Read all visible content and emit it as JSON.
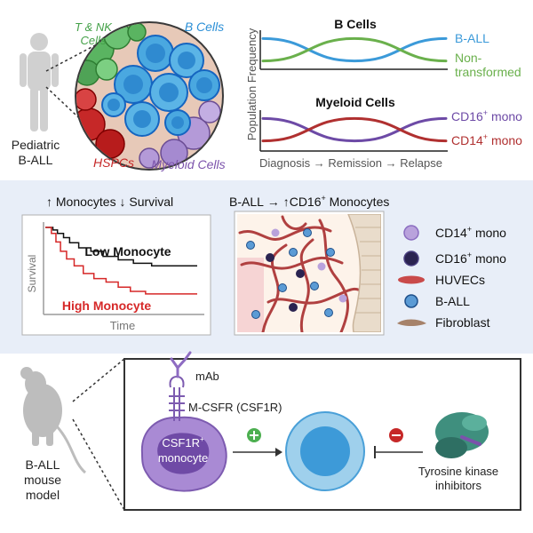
{
  "top": {
    "patient_label_1": "Pediatric",
    "patient_label_2": "B-ALL",
    "marrow_labels": {
      "tnk_1": "T & NK",
      "tnk_2": "Cells",
      "bcells": "B Cells",
      "hspcs": "HSPCs",
      "myeloid": "Myeloid Cells"
    },
    "y_axis_label": "Population Frequency",
    "x_stages": {
      "diagnosis": "Diagnosis",
      "remission": "Remission",
      "relapse": "Relapse"
    }
  },
  "middle": {
    "left_title": {
      "monocytes": "Monocytes",
      "survival": "Survival"
    },
    "right_title": {
      "prefix": "B-ALL",
      "sup": "+",
      "suffix": "Monocytes"
    },
    "km": {
      "ylabel": "Survival",
      "xlabel": "Time",
      "low_label": "Low Monocyte",
      "high_label": "High Monocyte"
    },
    "legend": [
      {
        "name": "CD14",
        "sup": "+",
        "suffix": " mono",
        "icon": "cd14-mono-icon"
      },
      {
        "name": "CD16",
        "sup": "+",
        "suffix": " mono",
        "icon": "cd16-mono-icon"
      },
      {
        "name": "HUVECs",
        "sup": "",
        "suffix": "",
        "icon": "huvec-icon"
      },
      {
        "name": "B-ALL",
        "sup": "",
        "suffix": "",
        "icon": "ball-cell-icon"
      },
      {
        "name": "Fibroblast",
        "sup": "",
        "suffix": "",
        "icon": "fibroblast-icon"
      }
    ]
  },
  "bottom": {
    "mouse_label_1": "B-ALL",
    "mouse_label_2": "mouse",
    "mouse_label_3": "model",
    "mab_label": "mAb",
    "receptor_label": "M-CSFR (CSF1R)",
    "monocyte_label_1": "CSF1R",
    "monocyte_label_sup": "+",
    "monocyte_label_2": "monocyte",
    "tki_label_1": "Tyrosine kinase",
    "tki_label_2": "inhibitors"
  },
  "colors": {
    "green": "#4caf50",
    "blue": "#3b9ad9",
    "red": "#c62828",
    "purple": "#7b52ab",
    "panel_bg": "#e8eef8"
  },
  "chart_data": [
    {
      "type": "line",
      "title": "B Cells",
      "xlabel": "Diagnosis → Remission → Relapse",
      "ylabel": "Population Frequency",
      "categories": [
        "Diagnosis",
        "Remission",
        "Relapse"
      ],
      "series": [
        {
          "name": "B-ALL",
          "values": [
            0.85,
            0.15,
            0.85
          ],
          "color": "#3b9ad9"
        },
        {
          "name": "Non-transformed",
          "values": [
            0.15,
            0.85,
            0.15
          ],
          "color": "#6ab04c"
        }
      ]
    },
    {
      "type": "line",
      "title": "Myeloid Cells",
      "xlabel": "Diagnosis → Remission → Relapse",
      "ylabel": "Population Frequency",
      "categories": [
        "Diagnosis",
        "Remission",
        "Relapse"
      ],
      "series": [
        {
          "name": "CD16+ mono",
          "values": [
            0.85,
            0.15,
            0.85
          ],
          "color": "#6d4aa6"
        },
        {
          "name": "CD14+ mono",
          "values": [
            0.15,
            0.85,
            0.15
          ],
          "color": "#b03030"
        }
      ]
    },
    {
      "type": "line",
      "title": "",
      "xlabel": "Time",
      "ylabel": "Survival",
      "series": [
        {
          "name": "Low Monocyte",
          "color": "#111111",
          "values": [
            [
              0,
              1.0
            ],
            [
              0.05,
              0.97
            ],
            [
              0.08,
              0.93
            ],
            [
              0.12,
              0.88
            ],
            [
              0.16,
              0.82
            ],
            [
              0.22,
              0.76
            ],
            [
              0.3,
              0.72
            ],
            [
              0.38,
              0.66
            ],
            [
              0.48,
              0.62
            ],
            [
              0.58,
              0.58
            ],
            [
              0.7,
              0.55
            ],
            [
              0.82,
              0.55
            ],
            [
              1.0,
              0.55
            ]
          ]
        },
        {
          "name": "High Monocyte",
          "color": "#d62828",
          "values": [
            [
              0,
              1.0
            ],
            [
              0.04,
              0.93
            ],
            [
              0.07,
              0.83
            ],
            [
              0.1,
              0.72
            ],
            [
              0.14,
              0.63
            ],
            [
              0.19,
              0.55
            ],
            [
              0.25,
              0.46
            ],
            [
              0.32,
              0.4
            ],
            [
              0.4,
              0.36
            ],
            [
              0.48,
              0.3
            ],
            [
              0.56,
              0.25
            ],
            [
              0.66,
              0.22
            ],
            [
              0.78,
              0.22
            ],
            [
              1.0,
              0.22
            ]
          ]
        }
      ]
    }
  ]
}
